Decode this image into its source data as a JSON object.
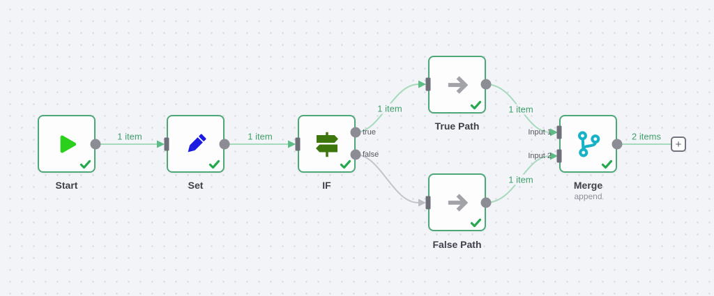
{
  "nodes": [
    {
      "label": "Start",
      "icon": "play-icon",
      "status": "success"
    },
    {
      "label": "Set",
      "icon": "pencil-icon",
      "status": "success"
    },
    {
      "label": "IF",
      "icon": "signpost-icon",
      "status": "success",
      "output_labels": [
        "true",
        "false"
      ]
    },
    {
      "label": "True Path",
      "icon": "arrow-right-icon",
      "status": "success"
    },
    {
      "label": "False Path",
      "icon": "arrow-right-icon",
      "status": "success"
    },
    {
      "label": "Merge",
      "sublabel": "append",
      "icon": "git-branch-icon",
      "status": "success",
      "input_labels": [
        "Input 1",
        "Input 2"
      ]
    }
  ],
  "connections": [
    {
      "from": "Start",
      "to": "Set",
      "label": "1 item",
      "color": "green"
    },
    {
      "from": "Set",
      "to": "IF",
      "label": "1 item",
      "color": "green"
    },
    {
      "from": "IF:true",
      "to": "True Path",
      "label": "1 item",
      "color": "green"
    },
    {
      "from": "True Path",
      "to": "Merge:Input 1",
      "label": "1 item",
      "color": "green"
    },
    {
      "from": "IF:false",
      "to": "False Path",
      "label": "",
      "color": "gray"
    },
    {
      "from": "False Path",
      "to": "Merge:Input 2",
      "label": "1 item",
      "color": "green"
    },
    {
      "from": "Merge",
      "to": "add-node-button",
      "label": "2 items",
      "color": "green"
    }
  ],
  "port_labels": {
    "if_true": "true",
    "if_false": "false",
    "merge_in1": "Input 1",
    "merge_in2": "Input 2"
  },
  "add_node_button": {
    "label": "+"
  },
  "colors": {
    "canvas_bg": "#f3f4f8",
    "node_border_green": "#4da877",
    "connection_green": "#a6dabd",
    "connection_gray": "#c4c4cb",
    "connection_label_green": "#3f9e6b",
    "success_check": "#27a84f",
    "play_icon": "#2bd01d",
    "pencil_icon": "#1c1ce0",
    "signpost_icon": "#3d760c",
    "arrow_icon": "#a2a2a9",
    "git_branch_icon": "#17b2c6"
  }
}
